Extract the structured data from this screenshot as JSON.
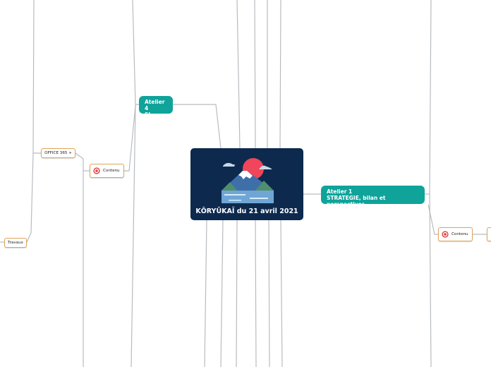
{
  "central": {
    "title": "KŌRYŪKAÏ du 21 avril 2021",
    "image": "mount-fuji-illustration"
  },
  "branches": {
    "atelier4": {
      "line1": "Atelier 4",
      "line2": "SI OPUN"
    },
    "atelier1": {
      "line1": "Atelier 1",
      "line2": "STRATEGIE, bilan et perspectives"
    }
  },
  "leaves": {
    "office365": "OFFICE 365 +",
    "travaux": "Travaux",
    "contenu_left": "Contenu",
    "contenu_right": "Contenu"
  },
  "colors": {
    "central": "#0d2a4e",
    "branch": "#0fa39a",
    "leaf_border": "#e0a45a",
    "connector": "#b8bcc0"
  },
  "icons": {
    "contenu": "target-icon"
  }
}
